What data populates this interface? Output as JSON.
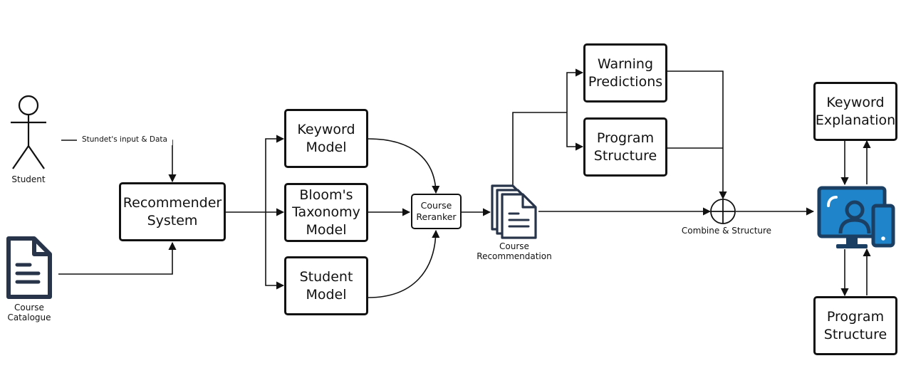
{
  "diagram": {
    "actor": {
      "label": "Student",
      "icon": "stick-figure-actor-icon"
    },
    "input_edge_label": "Stundet's input & Data",
    "catalogue": {
      "label": "Course\nCatalogue",
      "icon": "document-icon"
    },
    "recommender": {
      "label": "Recommender\nSystem"
    },
    "models": {
      "keyword": "Keyword\nModel",
      "bloom": "Bloom's\nTaxonomy\nModel",
      "student": "Student\nModel"
    },
    "reranker": {
      "label": "Course\nReranker"
    },
    "recommendation": {
      "label": "Course\nRecommendation",
      "icon": "document-stack-icon"
    },
    "warning": {
      "label": "Warning\nPredictions"
    },
    "program_mid": {
      "label": "Program\nStructure"
    },
    "combine": {
      "label": "Combine & Structure",
      "icon": "circle-plus-icon"
    },
    "device": {
      "icon": "desktop-user-icon"
    },
    "keyword_explanation": {
      "label": "Keyword\nExplanation"
    },
    "program_bottom": {
      "label": "Program\nStructure"
    },
    "colors": {
      "stroke": "#111111",
      "device_blue": "#1f84c9",
      "device_dark": "#1b3f62",
      "doc_dark": "#27344a"
    }
  }
}
